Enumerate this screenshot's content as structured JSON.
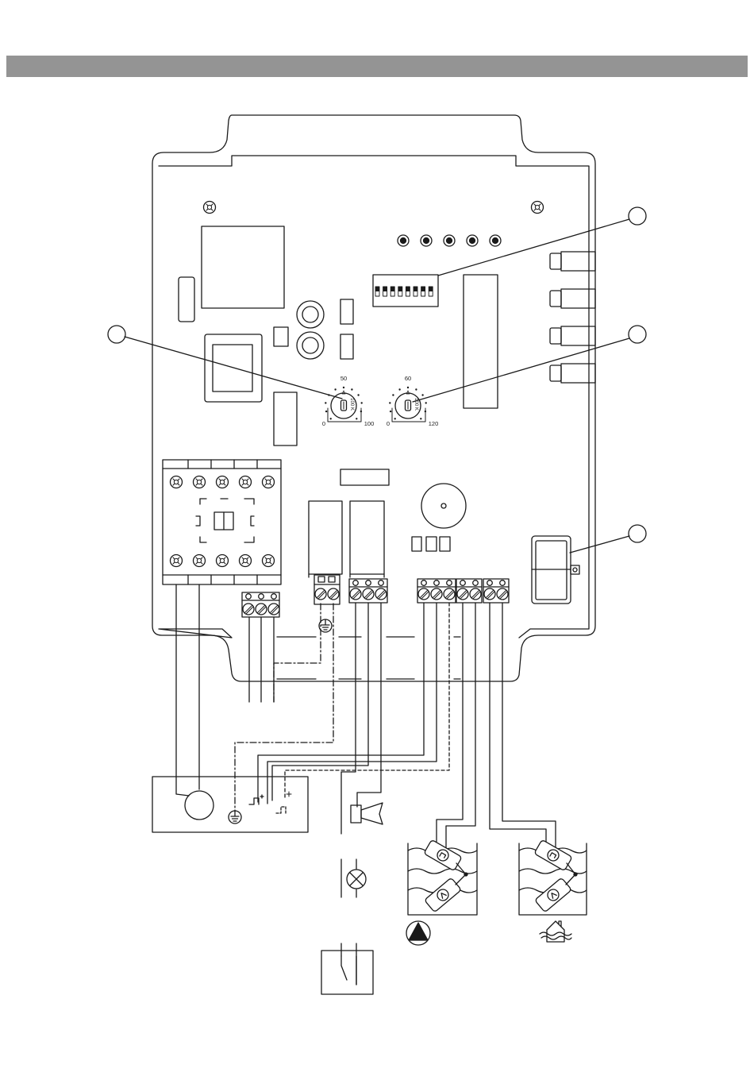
{
  "header": {
    "band_color": "#949494"
  },
  "dials": {
    "left": {
      "mid": "50",
      "min": "0",
      "max": "100",
      "unit": "100 K"
    },
    "right": {
      "mid": "60",
      "min": "0",
      "max": "120",
      "unit": "100 K"
    }
  },
  "callouts": [
    "",
    "",
    "",
    ""
  ],
  "icons": [
    "screw-icon",
    "led-icon",
    "dip-switch-icon",
    "ground-icon",
    "horn-icon",
    "lamp-icon",
    "motor-icon",
    "float-switch-icon",
    "pump-icon",
    "flood-house-icon",
    "switch-icon"
  ],
  "colors": {
    "line": "#1a1a1a",
    "background": "#ffffff"
  }
}
